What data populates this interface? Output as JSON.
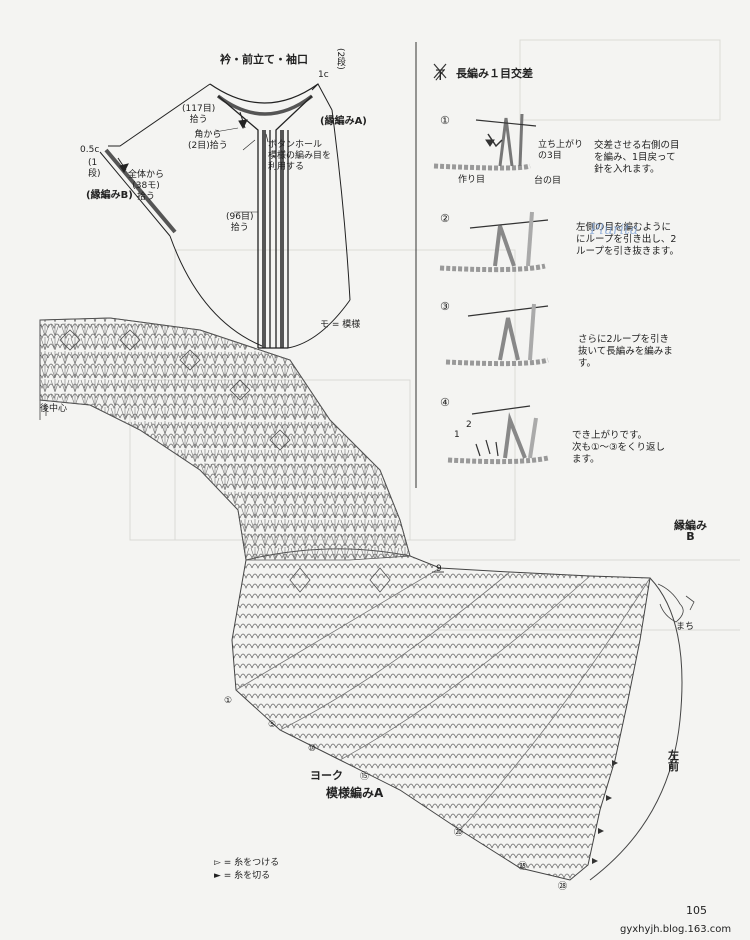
{
  "collar": {
    "title": "衿・前立て・袖口",
    "top_right_note": "(2段)",
    "top_right_size": "1c",
    "pick_117": "(117目)\n拾う",
    "edge_A": "(縁編みA)",
    "corner_pick": "角から\n(2目)拾う",
    "buttonhole": "ボタンホール\n模様の編み目を\n利用する",
    "left_size": "0.5c",
    "left_rows": "(1\n段)",
    "whole_pick": "全体から\n(38モ)\n拾う",
    "edge_B": "(縁編みB)",
    "pick_96": "(96目)\n拾う",
    "legend_mo": "モ = 模様"
  },
  "technique": {
    "title": "長編み１目交差",
    "step1_labels": {
      "up": "立ち上がり\nの3目",
      "base": "作り目",
      "stand": "台の目"
    },
    "steps": [
      {
        "num": "①",
        "text": "交差させる右側の目\nを編み、1目戻って\n針を入れます。"
      },
      {
        "num": "②",
        "text": "左側の目を編むように\nにループを引き出し、2\nループを引き抜きます。"
      },
      {
        "num": "③",
        "text": "さらに2ループを引き\n抜いて長編みを編みま\nす。"
      },
      {
        "num": "④",
        "text": "でき上がりです。\n次も①～③をくり返し\nます。"
      }
    ],
    "step4_loops": [
      "1",
      "2"
    ]
  },
  "yoke": {
    "back_center": "後中心",
    "edge_B": "縁編み\nB",
    "machi": "まち",
    "left_front": "左\n前",
    "yoke_label": "ヨーク",
    "pattern_A": "模様編みA",
    "row_marks": [
      "①",
      "⑤",
      "⑩",
      "⑮",
      "⑳",
      "㉕",
      "㉘"
    ],
    "nine": "9"
  },
  "legend": {
    "attach": "▻ = 糸をつける",
    "cut": "► = 糸を切る"
  },
  "watermark": "Plurita",
  "page_number": "105",
  "blog": "gyxhyjh.blog.163.com"
}
